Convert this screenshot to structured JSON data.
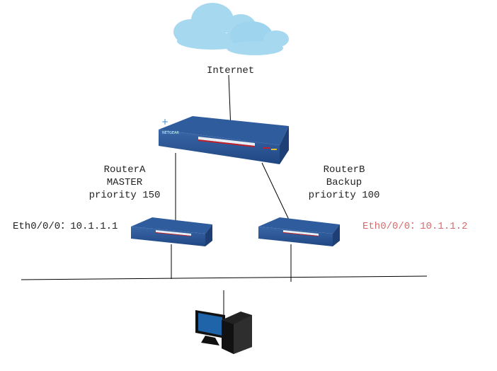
{
  "internet": {
    "label": "Internet"
  },
  "router_a": {
    "name": "RouterA",
    "role": "MASTER",
    "priority": "priority 150",
    "interface": "Eth0/0/0：10.1.1.1"
  },
  "router_b": {
    "name": "RouterB",
    "role": "Backup",
    "priority": "priority 100",
    "interface": "Eth0/0/0：10.1.1.2"
  },
  "colors": {
    "device_blue": "#2d5a9a",
    "cloud": "#a6d8f0",
    "backup_interface_text": "#d46b6b",
    "line": "#000000"
  },
  "icons": [
    "cloud-icon",
    "router-icon",
    "switch-icon",
    "pc-icon"
  ]
}
